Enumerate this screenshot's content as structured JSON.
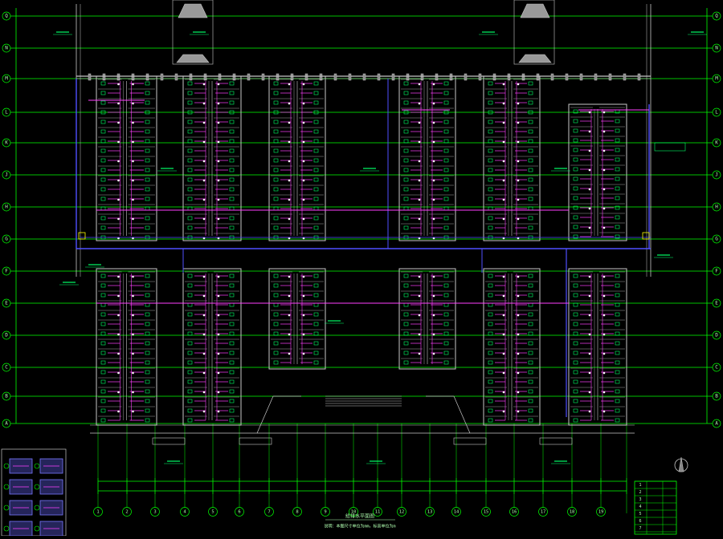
{
  "drawing": {
    "colors": {
      "background": "#000000",
      "grid": "#00ff00",
      "structure": "#c8c8c8",
      "pipe_main": "#5050ff",
      "pipe_branch": "#ff40ff",
      "note_text": "#00ff66",
      "dim_text": "#b0ffb0"
    },
    "left_axis_labels": [
      "Q",
      "N",
      "M",
      "L",
      "K",
      "J",
      "H",
      "G",
      "F",
      "E",
      "D",
      "C",
      "B",
      "A"
    ],
    "right_axis_labels": [
      "Q",
      "N",
      "M",
      "L",
      "K",
      "J",
      "H",
      "G",
      "F",
      "E",
      "D",
      "C",
      "B",
      "A"
    ],
    "bottom_axis_labels": [
      "1",
      "2",
      "3",
      "4",
      "5",
      "6",
      "7",
      "8",
      "9",
      "10",
      "11",
      "12",
      "13",
      "14",
      "15",
      "16",
      "17",
      "18",
      "19"
    ],
    "title_block": [
      "给排水平面图",
      "说明：本图尺寸单位为mm，标高单位为m"
    ],
    "legend_rows": [
      "1",
      "2",
      "3",
      "4",
      "5",
      "6",
      "7"
    ]
  }
}
